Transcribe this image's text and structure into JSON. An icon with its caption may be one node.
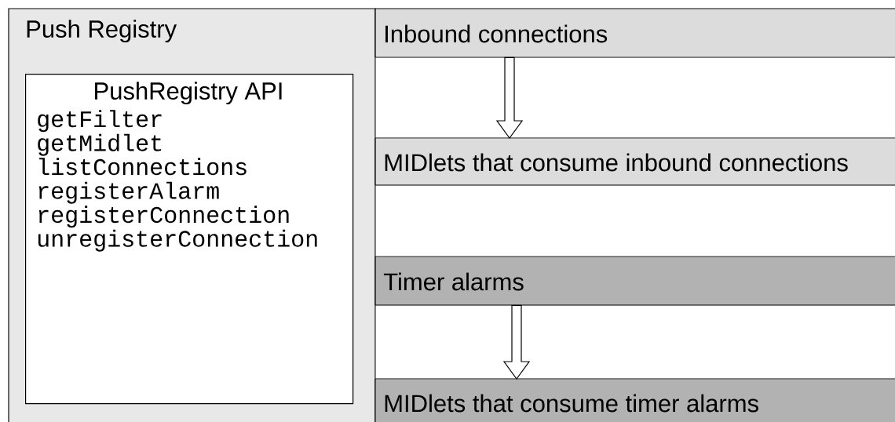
{
  "diagram": {
    "nodes": [
      {
        "text": [
          "Push Registry"
        ]
      },
      {
        "text": [
          "PushRegistry API",
          "getFilter",
          "getMidlet",
          "listConnections",
          "registerAlarm",
          "registerConnection",
          "unregisterConnection"
        ],
        "in": 0
      },
      {
        "text": [
          "Inbound connections"
        ]
      },
      {
        "text": [
          "MIDlets that consume inbound connections"
        ]
      },
      {
        "text": [
          "Timer alarms"
        ]
      },
      {
        "text": [
          "MIDlets that consume timer alarms"
        ]
      }
    ],
    "edges": [
      {
        "from": 2,
        "to": 3,
        "arrow": "to"
      },
      {
        "from": 4,
        "to": 5,
        "arrow": "to"
      }
    ]
  }
}
